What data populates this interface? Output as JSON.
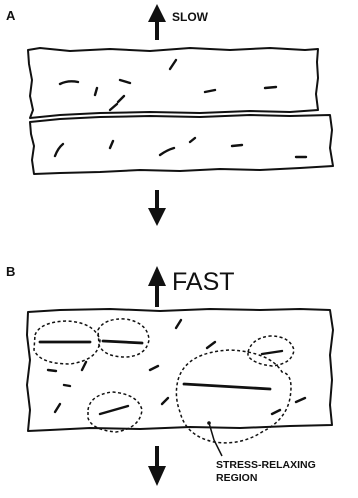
{
  "panels": [
    {
      "letter": "A",
      "rate_label": "SLOW"
    },
    {
      "letter": "B",
      "rate_label": "FAST"
    }
  ],
  "annotation": {
    "line1": "STRESS-RELAXING",
    "line2": "REGION"
  },
  "colors": {
    "ink": "#111111",
    "paper": "#ffffff"
  }
}
